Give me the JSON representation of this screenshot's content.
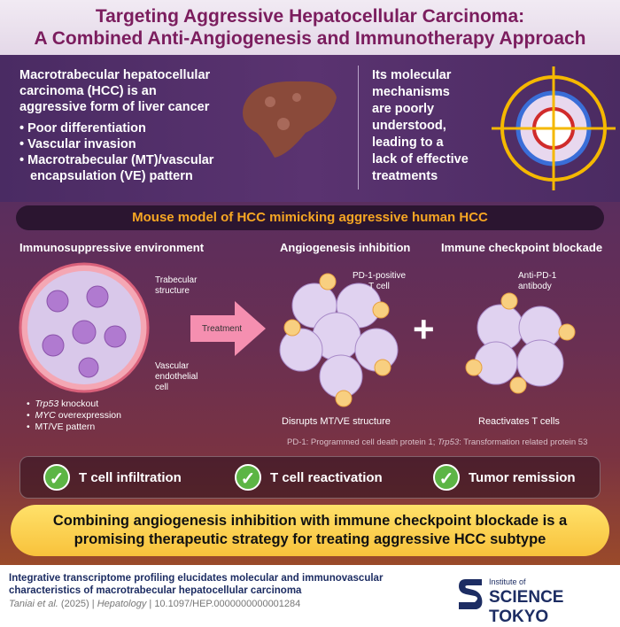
{
  "title": {
    "line1": "Targeting Aggressive Hepatocellular Carcinoma:",
    "line2": "A Combined Anti-Angiogenesis and Immunotherapy Approach"
  },
  "intro": {
    "text_lines": [
      "Macrotrabecular hepatocellular",
      "carcinoma (HCC) is an",
      "aggressive form of liver cancer"
    ],
    "bullets": [
      "Poor differentiation",
      "Vascular invasion",
      "Macrotrabecular (MT)/vascular",
      "encapsulation (VE) pattern"
    ],
    "right_lines": [
      "Its molecular",
      "mechanisms",
      "are poorly",
      "understood,",
      "leading to a",
      "lack of effective",
      "treatments"
    ]
  },
  "banner": "Mouse model of HCC mimicking aggressive human HCC",
  "sections": {
    "env": {
      "title": "Immunosuppressive environment",
      "label_trabecular": [
        "Trabecular",
        "structure"
      ],
      "label_vascular": [
        "Vascular",
        "endothelial",
        "cell"
      ],
      "bullets": [
        {
          "italic": "Trp53",
          "rest": " knockout"
        },
        {
          "italic": "MYC",
          "rest": " overexpression"
        },
        {
          "italic": "",
          "rest": "MT/VE pattern"
        }
      ]
    },
    "treatment": "Treatment",
    "angio": {
      "title": "Angiogenesis inhibition",
      "label": [
        "PD-1-positive",
        "T cell"
      ],
      "caption": "Disrupts MT/VE structure"
    },
    "icb": {
      "title": "Immune checkpoint blockade",
      "label": [
        "Anti-PD-1",
        "antibody"
      ],
      "caption": "Reactivates T cells"
    },
    "plus": "+"
  },
  "footnote": {
    "a": "PD-1: Programmed cell death protein 1; ",
    "b": "Trp53",
    "c": ": Transformation related protein 53"
  },
  "outcomes": [
    "T cell infiltration",
    "T cell reactivation",
    "Tumor remission"
  ],
  "conclusion": {
    "line1": "Combining angiogenesis inhibition with immune checkpoint blockade is a",
    "line2": "promising therapeutic strategy for treating aggressive HCC subtype"
  },
  "footer": {
    "paper_line1": "Integrative transcriptome profiling elucidates molecular and immunovascular",
    "paper_line2": "characteristics of macrotrabecular hepatocellular carcinoma",
    "authors": "Taniai et al.",
    "year": " (2025) | ",
    "journal": "Hepatology",
    "doi": " | 10.1097/HEP.0000000000001284",
    "logo_small": "Institute of",
    "logo_big": "SCIENCE TOKYO"
  },
  "colors": {
    "title": "#7b1d5e",
    "banner_text": "#f6a623",
    "check": "#5cb545",
    "conclusion": "#f8c23b"
  }
}
